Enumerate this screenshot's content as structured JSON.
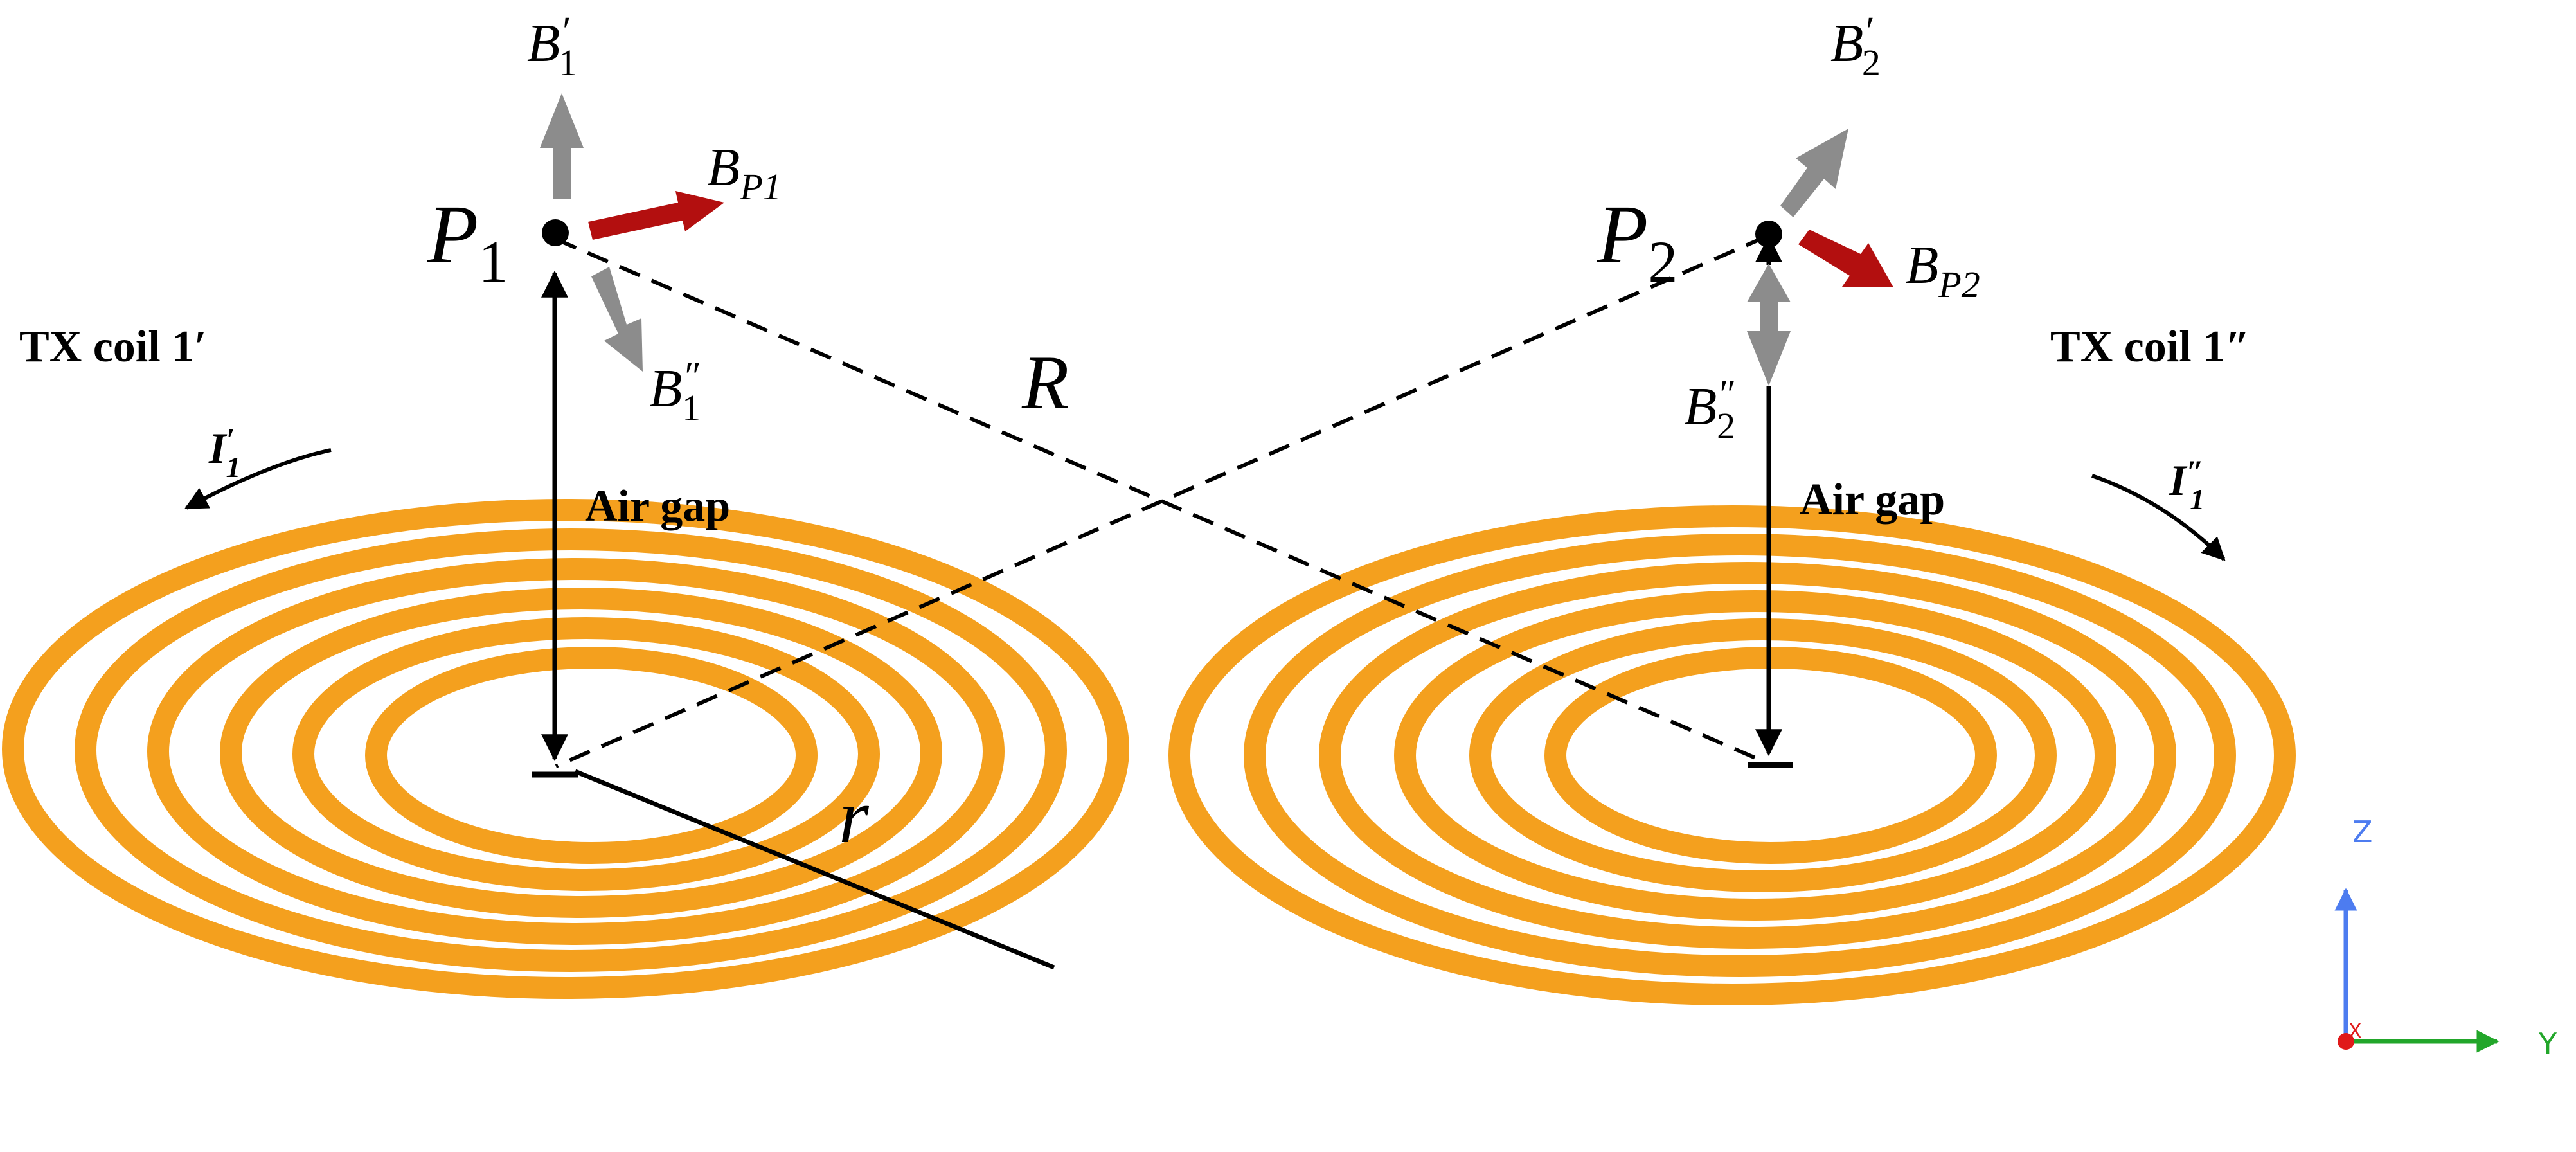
{
  "colors": {
    "coil": "#F4A01E",
    "coil_edge": "#E8860C",
    "line": "#000000",
    "arrow_gray": "#8C8C8C",
    "arrow_red": "#B30F0F",
    "axis_z": "#4D7CF0",
    "axis_y": "#22A62A",
    "axis_x": "#E01A1A"
  },
  "icons": {
    "current_left": "curved-arrow-left-icon",
    "current_right": "curved-arrow-right-icon",
    "axis_triad": "coordinate-axes-icon"
  },
  "coil_left": {
    "title": "TX coil 1′",
    "current": {
      "base": "I",
      "prime": "′",
      "sub": "1"
    },
    "air_gap": "Air gap",
    "radius": "r"
  },
  "coil_right": {
    "title": "TX coil 1″",
    "current": {
      "base": "I",
      "prime": "″",
      "sub": "1"
    },
    "air_gap": "Air gap"
  },
  "point1": {
    "name": {
      "base": "P",
      "sub": "1"
    },
    "field_up": {
      "base": "B",
      "prime": "′",
      "sub": "1"
    },
    "field_down": {
      "base": "B",
      "prime": "″",
      "sub": "1"
    },
    "field_total": {
      "base": "B",
      "sub": "P1"
    }
  },
  "point2": {
    "name": {
      "base": "P",
      "sub": "2"
    },
    "field_up": {
      "base": "B",
      "prime": "′",
      "sub": "2"
    },
    "field_down": {
      "base": "B",
      "prime": "″",
      "sub": "2"
    },
    "field_total": {
      "base": "B",
      "sub": "P2"
    }
  },
  "distance_label": "R",
  "axes": {
    "z": "Z",
    "y": "Y",
    "x": "X"
  }
}
